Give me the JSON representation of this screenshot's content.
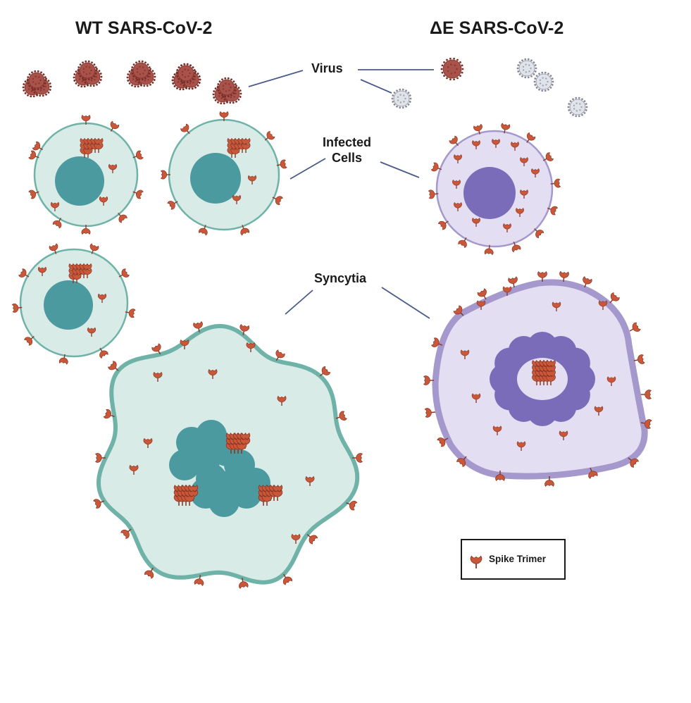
{
  "titles": {
    "wild_type": "WT SARS-CoV-2",
    "delta_e": "ΔE SARS-CoV-2"
  },
  "labels": {
    "virus": "Virus",
    "infected_line1": "Infected",
    "infected_line2": "Cells",
    "syncytia": "Syncytia"
  },
  "legend": {
    "spike_trimer": "Spike Trimer"
  },
  "colors": {
    "spike": "#c9583a",
    "spike_outline": "#8a3420",
    "wt_cell_fill": "#d8ebe7",
    "wt_cell_border": "#6fb3a8",
    "wt_nucleus": "#4a9aa0",
    "de_cell_fill": "#e4def2",
    "de_cell_border": "#a498cc",
    "de_nucleus": "#7a6cb8",
    "virus_wt": "#a8524a",
    "virus_de": "#dfe4ea",
    "leader_line": "#4a5a8a"
  }
}
